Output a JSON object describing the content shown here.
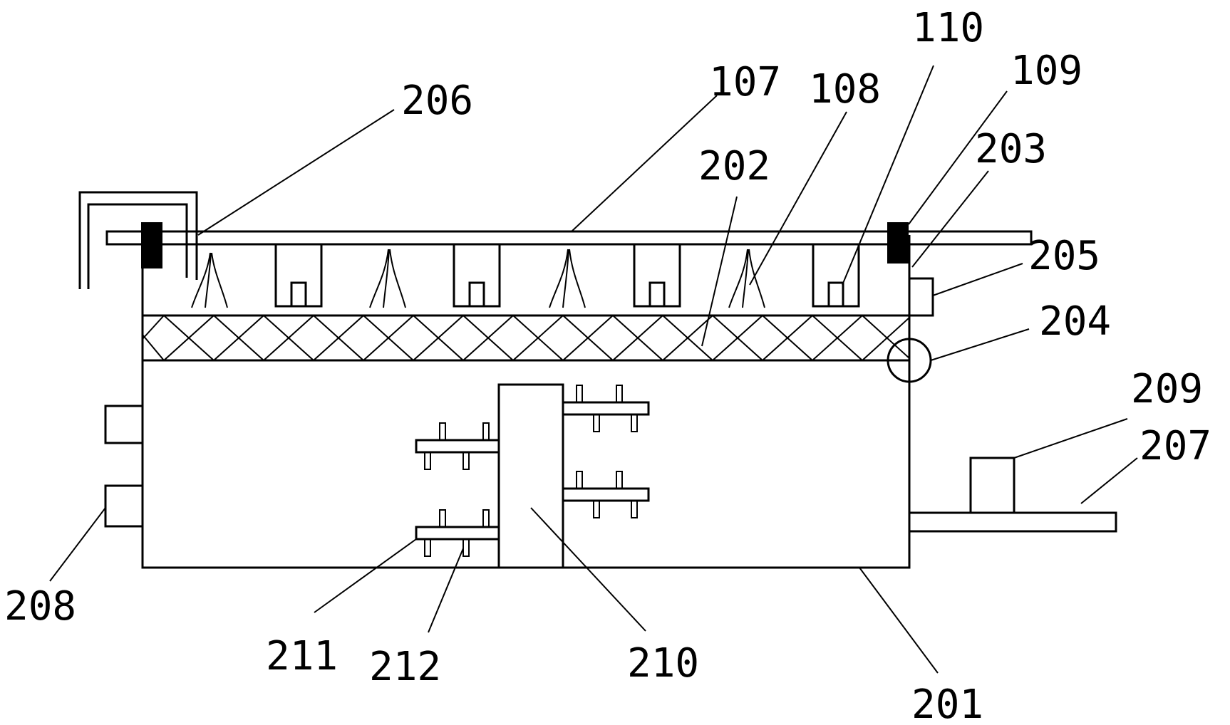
{
  "labels": {
    "l110": "110",
    "l109": "109",
    "l108": "108",
    "l107": "107",
    "l206": "206",
    "l203": "203",
    "l202": "202",
    "l205": "205",
    "l204": "204",
    "l209": "209",
    "l207": "207",
    "l208": "208",
    "l211": "211",
    "l212": "212",
    "l210": "210",
    "l201": "201"
  },
  "colors": {
    "line": "#000000",
    "block": "#000000",
    "background": "#ffffff"
  }
}
